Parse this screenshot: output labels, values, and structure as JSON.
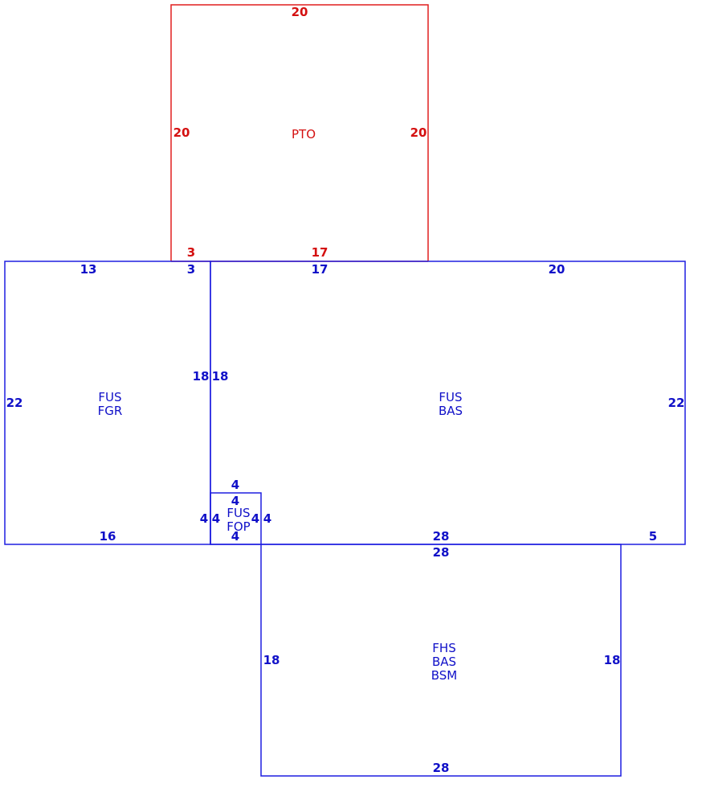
{
  "colors": {
    "living_area": "#1e1ee0",
    "patio": "#e01e1e"
  },
  "patio": {
    "code": "PTO",
    "top": "20",
    "left": "20",
    "right": "20",
    "bottom_left": "3",
    "bottom_right": "17"
  },
  "garage": {
    "codes": [
      "FUS",
      "FGR"
    ],
    "top": "13",
    "top_right": "3",
    "left": "22",
    "right": "18",
    "bottom": "16"
  },
  "main": {
    "codes": [
      "FUS",
      "BAS"
    ],
    "top_left": "17",
    "top_right": "20",
    "left": "18",
    "right": "22",
    "bottom": "28",
    "bottom_right": "5"
  },
  "porch": {
    "codes": [
      "FUS",
      "FOP"
    ],
    "top_outer": "4",
    "top_inner": "4",
    "left_outer": "4",
    "left_inner": "4",
    "right_inner": "4",
    "right_outer": "4",
    "bottom": "4"
  },
  "basement": {
    "codes": [
      "FHS",
      "BAS",
      "BSM"
    ],
    "top": "28",
    "left": "18",
    "right": "18",
    "bottom": "28"
  }
}
